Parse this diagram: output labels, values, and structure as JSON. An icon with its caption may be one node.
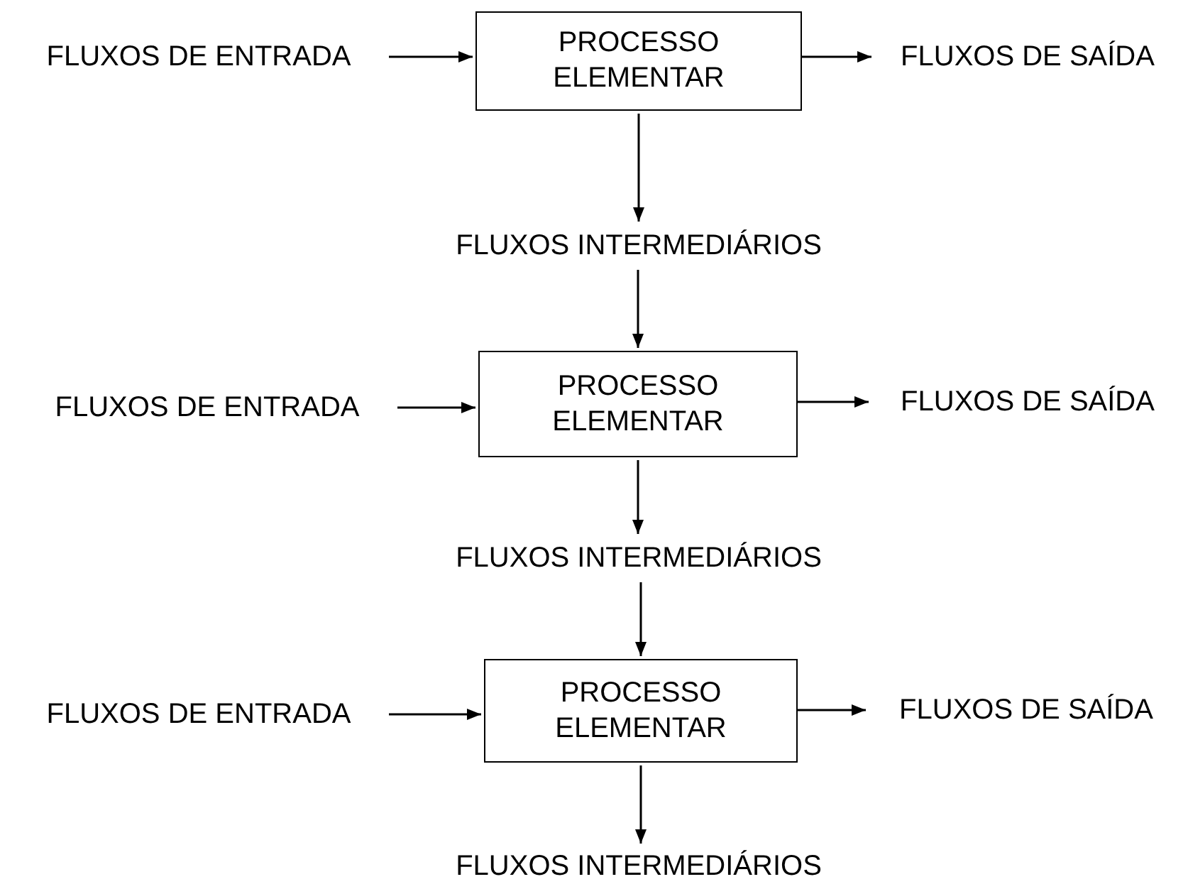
{
  "diagram": {
    "nodes": [
      {
        "text": [
          "FLUXOS DE ENTRADA"
        ]
      },
      {
        "text": [
          "PROCESSO ELEMENTAR"
        ]
      },
      {
        "text": [
          "FLUXOS DE SAÍDA"
        ]
      },
      {
        "text": [
          "FLUXOS INTERMEDIÁRIOS"
        ]
      },
      {
        "text": [
          "FLUXOS DE ENTRADA"
        ]
      },
      {
        "text": [
          "PROCESSO ELEMENTAR"
        ]
      },
      {
        "text": [
          "FLUXOS DE SAÍDA"
        ]
      },
      {
        "text": [
          "FLUXOS INTERMEDIÁRIOS"
        ]
      },
      {
        "text": [
          "FLUXOS DE ENTRADA"
        ]
      },
      {
        "text": [
          "PROCESSO ELEMENTAR"
        ]
      },
      {
        "text": [
          "FLUXOS DE SAÍDA"
        ]
      },
      {
        "text": [
          "FLUXOS INTERMEDIÁRIOS"
        ]
      }
    ],
    "edges": [
      {
        "from": 0,
        "to": 1,
        "arrow": "to"
      },
      {
        "from": 1,
        "to": 2,
        "arrow": "to"
      },
      {
        "from": 1,
        "to": 3,
        "arrow": "to"
      },
      {
        "from": 3,
        "to": 5,
        "arrow": "to"
      },
      {
        "from": 4,
        "to": 5,
        "arrow": "to"
      },
      {
        "from": 5,
        "to": 6,
        "arrow": "to"
      },
      {
        "from": 5,
        "to": 7,
        "arrow": "to"
      },
      {
        "from": 7,
        "to": 9,
        "arrow": "to"
      },
      {
        "from": 8,
        "to": 9,
        "arrow": "to"
      },
      {
        "from": 9,
        "to": 10,
        "arrow": "to"
      },
      {
        "from": 9,
        "to": 11,
        "arrow": "to"
      }
    ]
  }
}
